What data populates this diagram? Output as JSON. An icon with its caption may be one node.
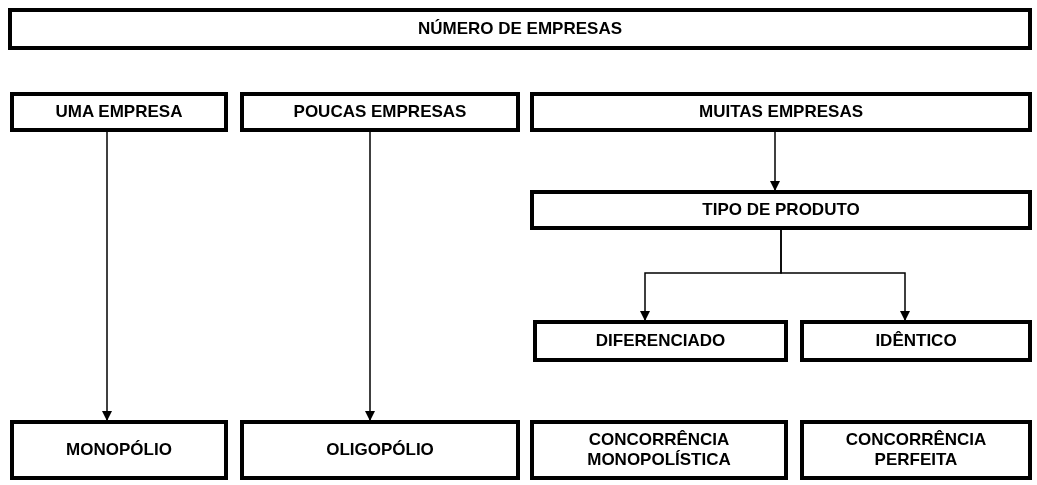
{
  "diagram": {
    "nodes": [
      {
        "text": [
          "NÚMERO DE EMPRESAS"
        ]
      },
      {
        "text": [
          "UMA EMPRESA"
        ]
      },
      {
        "text": [
          "POUCAS EMPRESAS"
        ]
      },
      {
        "text": [
          "MUITAS EMPRESAS"
        ]
      },
      {
        "text": [
          "TIPO DE PRODUTO"
        ]
      },
      {
        "text": [
          "DIFERENCIADO"
        ]
      },
      {
        "text": [
          "IDÊNTICO"
        ]
      },
      {
        "text": [
          "MONOPÓLIO"
        ]
      },
      {
        "text": [
          "OLIGOPÓLIO"
        ]
      },
      {
        "text": [
          "CONCORRÊNCIA MONOPOLÍSTICA"
        ]
      },
      {
        "text": [
          "CONCORRÊNCIA PERFEITA"
        ]
      }
    ],
    "edges": [
      {
        "from": 1,
        "to": 7,
        "arrow": "to"
      },
      {
        "from": 2,
        "to": 8,
        "arrow": "to"
      },
      {
        "from": 3,
        "to": 4,
        "arrow": "to"
      },
      {
        "from": 4,
        "to": 5,
        "arrow": "to"
      },
      {
        "from": 4,
        "to": 6,
        "arrow": "to"
      }
    ]
  }
}
